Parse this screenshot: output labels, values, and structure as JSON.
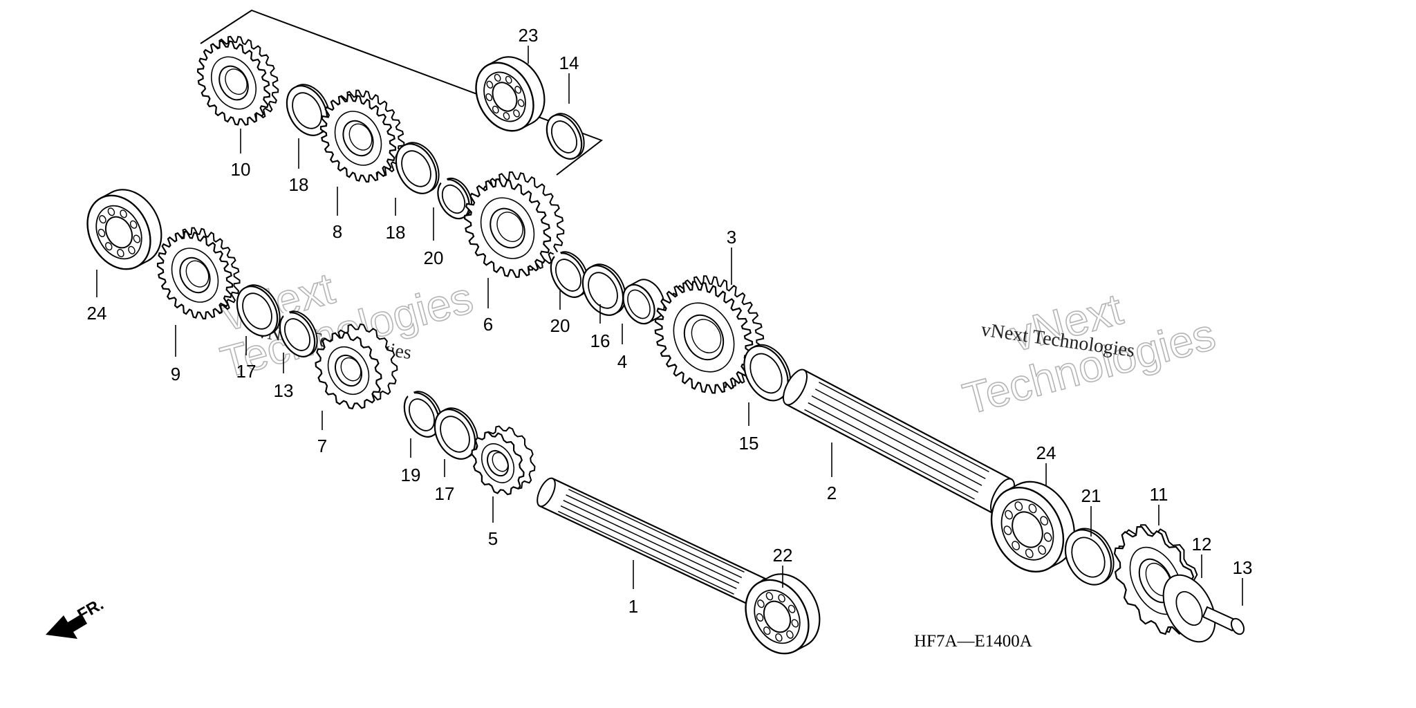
{
  "diagram": {
    "code": "HF7A—E1400A",
    "front_label": "FR.",
    "watermark": {
      "line1": "vNext",
      "line2": "Technologies",
      "caption": "vNext Technologies"
    },
    "callouts": [
      "23",
      "14",
      "10",
      "18",
      "8",
      "18",
      "20",
      "6",
      "3",
      "20",
      "16",
      "4",
      "24",
      "9",
      "17",
      "13",
      "7",
      "19",
      "17",
      "5",
      "15",
      "2",
      "24",
      "21",
      "11",
      "12",
      "13",
      "22",
      "1"
    ]
  }
}
